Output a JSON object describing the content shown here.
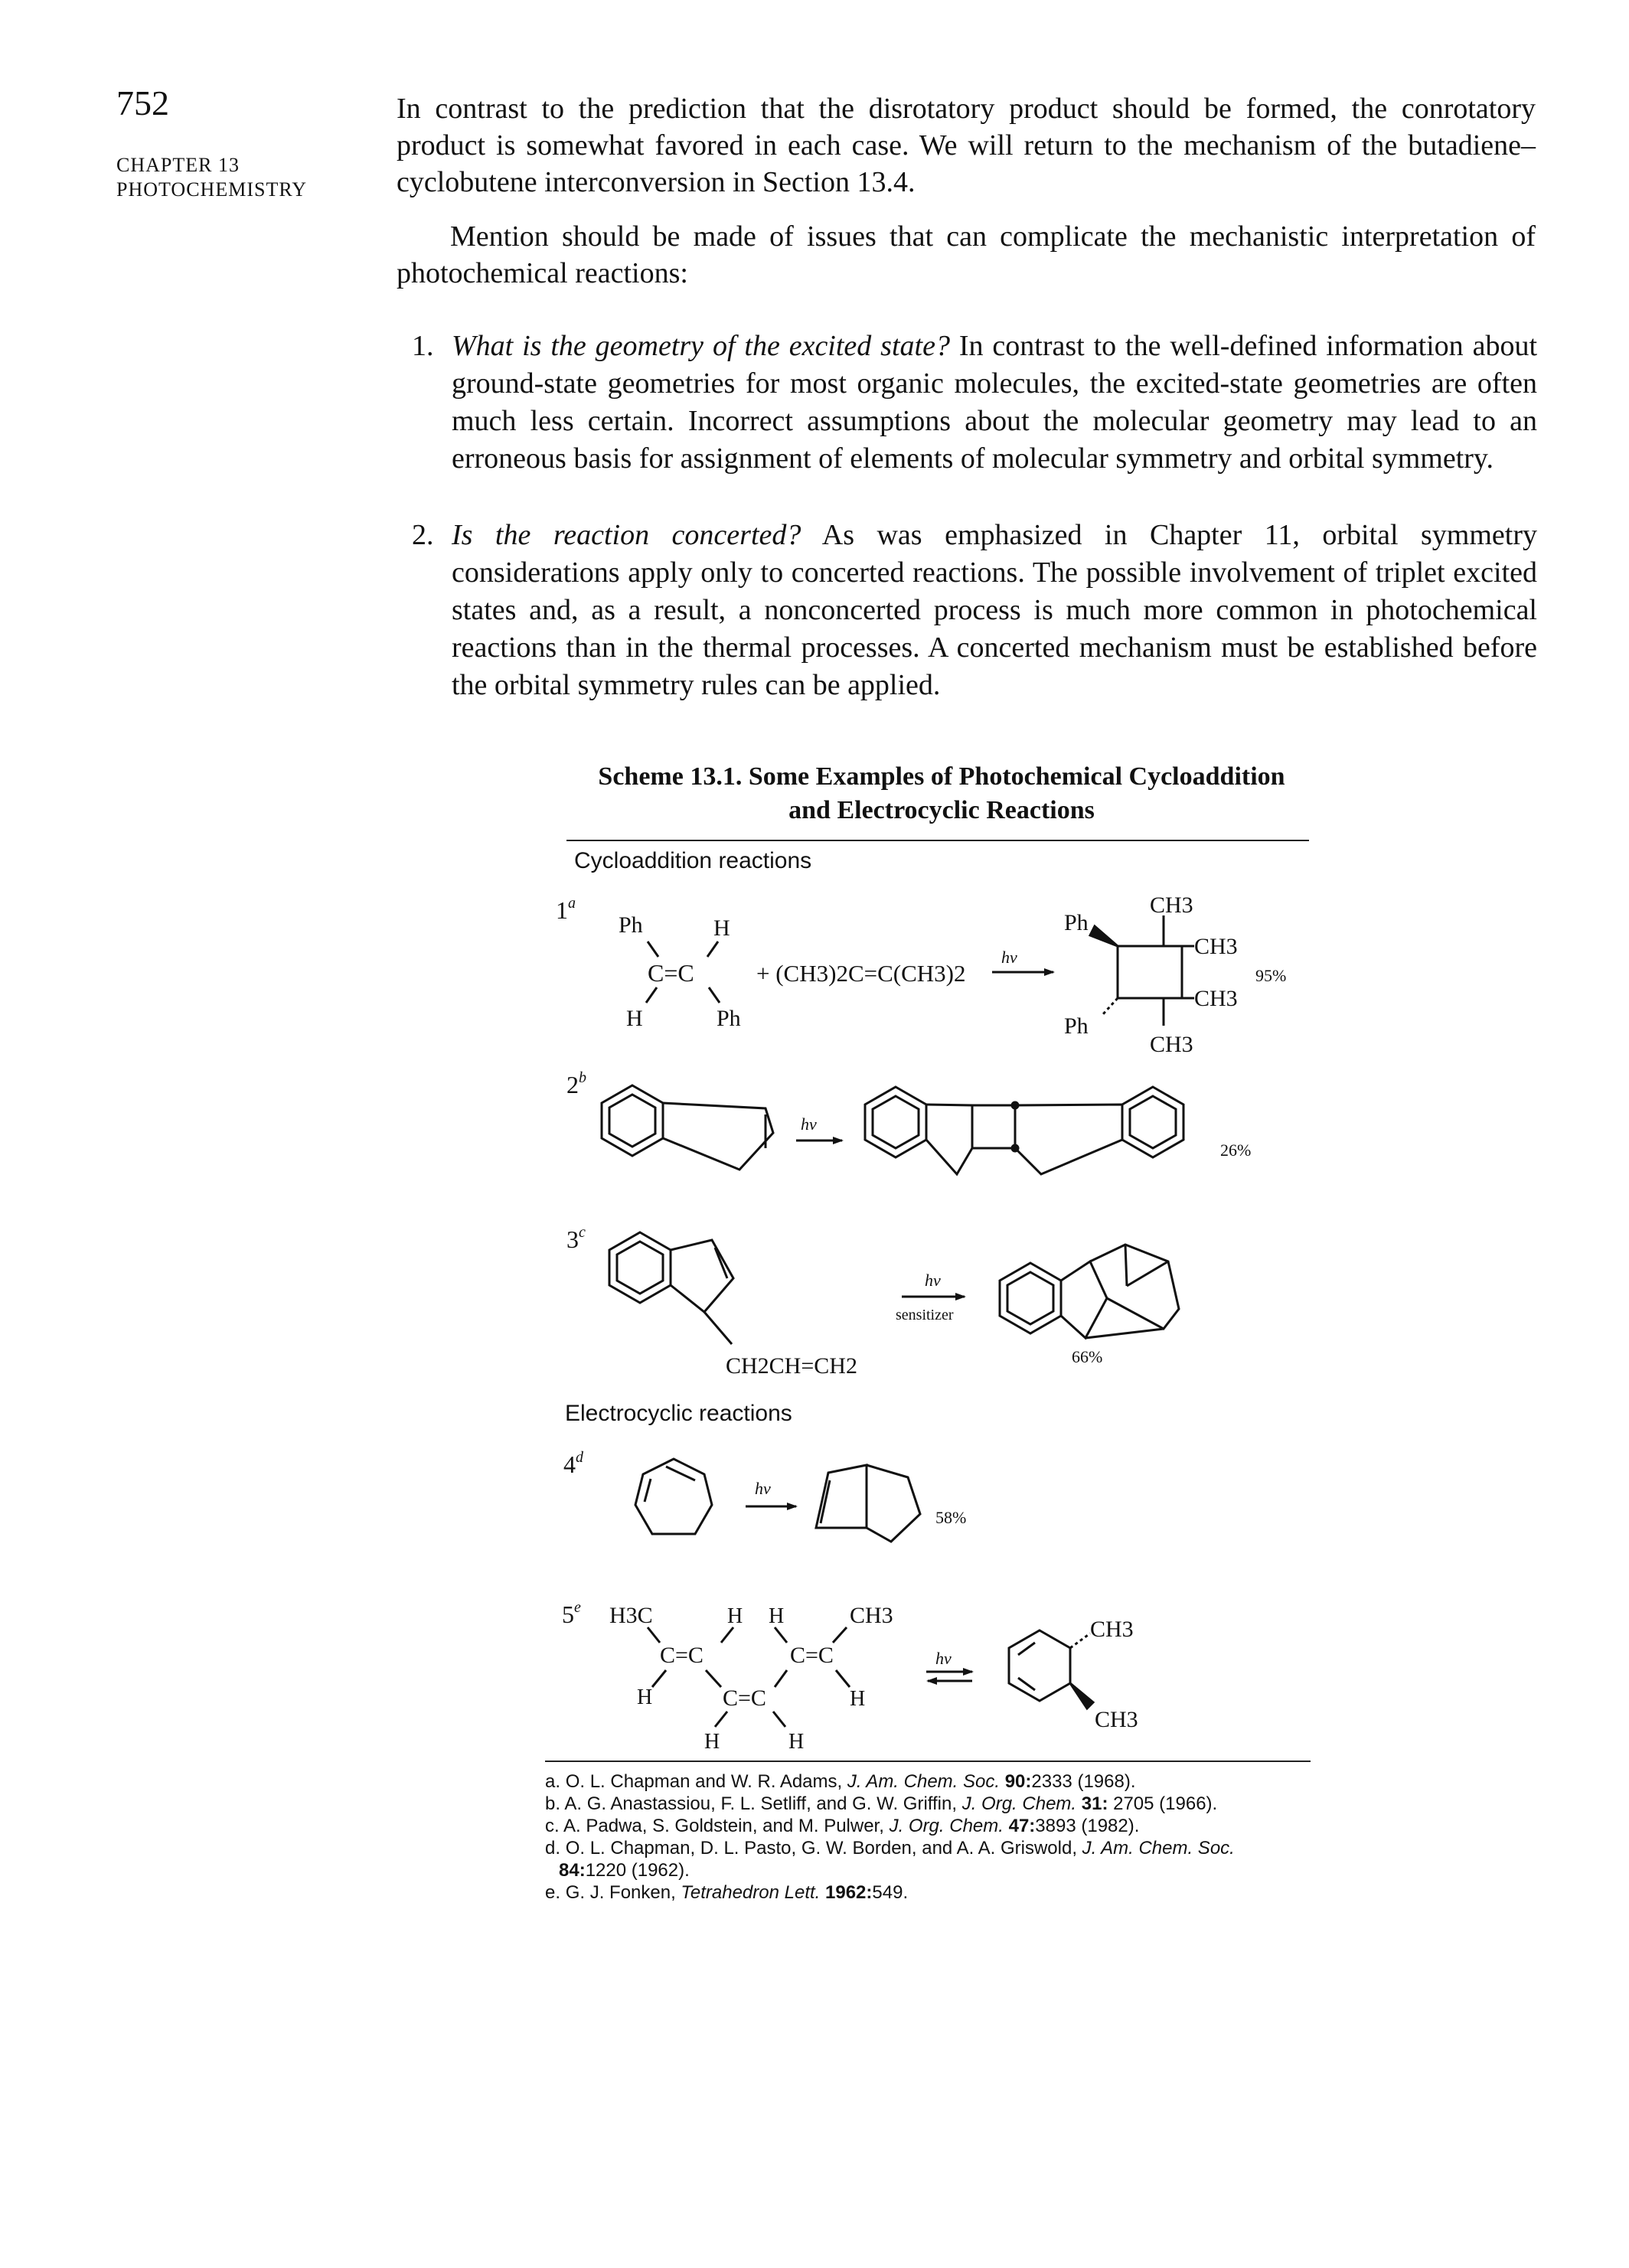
{
  "page_number": "752",
  "chapter": {
    "line1": "CHAPTER 13",
    "line2": "PHOTOCHEMISTRY"
  },
  "paragraphs": [
    "In contrast to the prediction that the disrotatory product should be formed, the conrotatory product is somewhat favored in each case. We will return to the mechanism of the butadiene–cyclobutene interconversion in Section 13.4.",
    "Mention should be made of issues that can complicate the mechanistic interpretation of photochemical reactions:"
  ],
  "list": [
    {
      "num": "1.",
      "question": "What is the geometry of the excited state?",
      "text": " In contrast to the well-defined information about ground-state geometries for most organic molecules, the excited-state geometries are often much less certain. Incorrect assumptions about the molecular geometry may lead to an erroneous basis for assignment of elements of molecular symmetry and orbital symmetry."
    },
    {
      "num": "2.",
      "question": "Is the reaction concerted?",
      "text": " As was emphasized in Chapter 11, orbital symmetry considerations apply only to concerted reactions. The possible involvement of triplet excited states and, as a result, a nonconcerted process is much more common in photochemical reactions than in the thermal processes. A concerted mechanism must be established before the orbital symmetry rules can be applied."
    }
  ],
  "scheme": {
    "title_line1": "Scheme 13.1. Some Examples of Photochemical Cycloaddition",
    "title_line2": "and Electrocyclic Reactions",
    "cycloaddition_label": "Cycloaddition reactions",
    "electrocyclic_label": "Electrocyclic reactions",
    "hv": "hv",
    "sensitizer": "sensitizer",
    "reactions": [
      {
        "num": "1",
        "ref": "a",
        "reagent": "+ (CH3)2C=C(CH3)2",
        "yield": "95%"
      },
      {
        "num": "2",
        "ref": "b",
        "yield": "26%"
      },
      {
        "num": "3",
        "ref": "c",
        "substituent": "CH2CH=CH2",
        "yield": "66%"
      },
      {
        "num": "4",
        "ref": "d",
        "yield": "58%"
      },
      {
        "num": "5",
        "ref": "e"
      }
    ],
    "atoms": {
      "ph": "Ph",
      "h": "H",
      "ch3": "CH3",
      "h3c": "H3C",
      "cc": "C=C"
    }
  },
  "footnotes": [
    {
      "letter": "a.",
      "authors": "O. L. Chapman and W. R. Adams, ",
      "journal": "J. Am. Chem. Soc.",
      "volume": "90:",
      "rest": "2333 (1968)."
    },
    {
      "letter": "b.",
      "authors": "A. G. Anastassiou, F. L. Setliff, and G. W. Griffin, ",
      "journal": "J. Org. Chem.",
      "volume": "31:",
      "rest": " 2705 (1966)."
    },
    {
      "letter": "c.",
      "authors": "A. Padwa, S. Goldstein, and M. Pulwer, ",
      "journal": "J. Org. Chem.",
      "volume": "47:",
      "rest": "3893 (1982)."
    },
    {
      "letter": "d.",
      "authors": "O. L. Chapman, D. L. Pasto, G. W. Borden, and A. A. Griswold, ",
      "journal": "J. Am. Chem. Soc.",
      "volume": "84:",
      "rest": "1220 (1962)."
    },
    {
      "letter": "e.",
      "authors": "G. J. Fonken, ",
      "journal": "Tetrahedron Lett.",
      "volume": "1962:",
      "rest": "549."
    }
  ]
}
